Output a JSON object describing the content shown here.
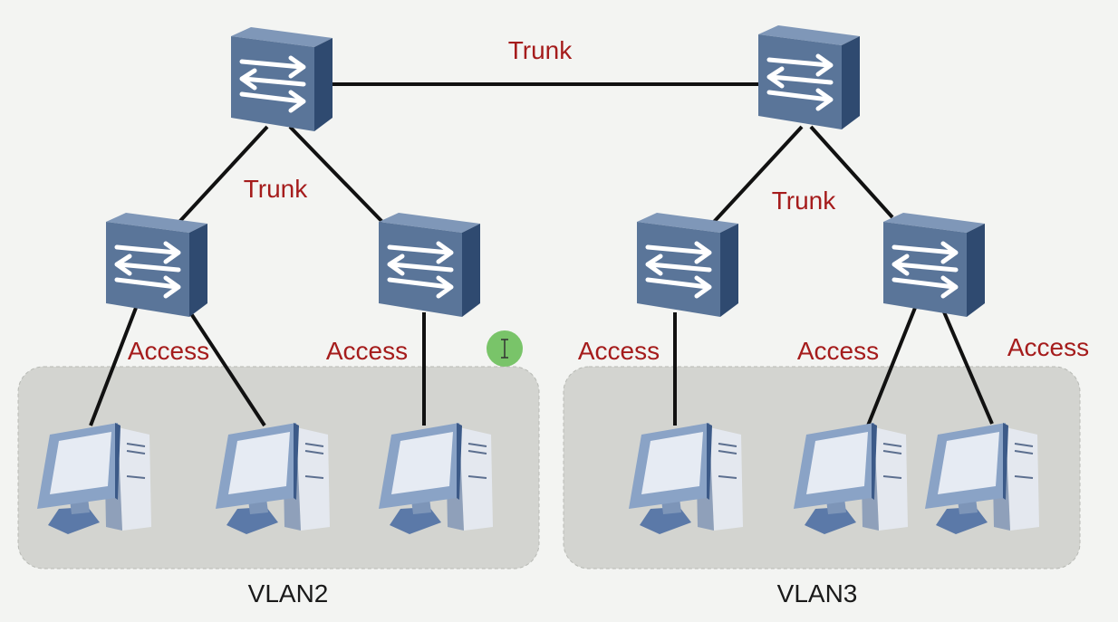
{
  "links": {
    "trunk_top": "Trunk",
    "trunk_left": "Trunk",
    "trunk_right": "Trunk",
    "access_labels": [
      "Access",
      "Access",
      "Access",
      "Access",
      "Access"
    ]
  },
  "vlans": [
    {
      "label": "VLAN2"
    },
    {
      "label": "VLAN3"
    }
  ],
  "colors": {
    "link_label": "#a51c1c",
    "switch_front": "#5a7599",
    "vlan_region": "#d3d4d0",
    "cursor": "#6cbf5a"
  },
  "icons": [
    "switch-icon",
    "pc-icon",
    "text-cursor-icon"
  ]
}
